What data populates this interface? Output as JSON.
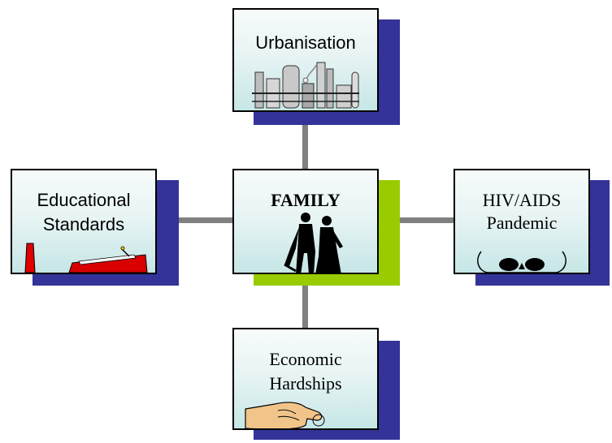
{
  "diagram": {
    "center": {
      "label": "FAMILY",
      "art_icon": "couple-silhouette-icon"
    },
    "nodes": [
      {
        "id": "top",
        "label": "Urbanisation",
        "art_icon": "factory-icon"
      },
      {
        "id": "left",
        "label_lines": [
          "Educational",
          "Standards"
        ],
        "art_icon": "red-objects-icon"
      },
      {
        "id": "right",
        "label_lines": [
          "HIV/AIDS",
          "Pandemic"
        ],
        "art_icon": "skull-icon"
      },
      {
        "id": "bottom",
        "label_lines": [
          "Economic",
          "Hardships"
        ],
        "art_icon": "hand-icon"
      }
    ],
    "colors": {
      "shadow_blue": "#333399",
      "shadow_green": "#99cc00",
      "connector": "#808080",
      "box_gradient_top": "#f7fbfb",
      "box_gradient_bottom": "#c6e6e6"
    }
  }
}
